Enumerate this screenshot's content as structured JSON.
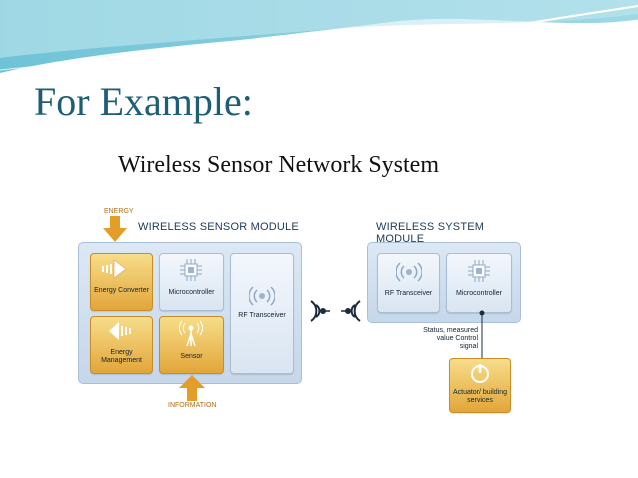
{
  "slide": {
    "title": "For Example:",
    "subtitle": "Wireless Sensor Network System"
  },
  "diagram": {
    "energy_label": "ENERGY",
    "information_label": "INFORMATION",
    "sensor_module": {
      "heading": "WIRELESS SENSOR MODULE",
      "energy_converter": "Energy Converter",
      "energy_management": "Energy Management",
      "microcontroller": "Microcontroller",
      "sensor": "Sensor",
      "rf_transceiver": "RF Transceiver"
    },
    "system_module": {
      "heading": "WIRELESS SYSTEM MODULE",
      "rf_transceiver": "RF Transceiver",
      "microcontroller": "Microcontroller"
    },
    "signal_note": "Status, measured value Control signal",
    "actuator": "Actuator/ building services"
  },
  "colors": {
    "title": "#1d5e74",
    "module_blue": "#c6d7ea",
    "gold": "#e2a63a",
    "arrow_gold": "#e59d2a"
  }
}
